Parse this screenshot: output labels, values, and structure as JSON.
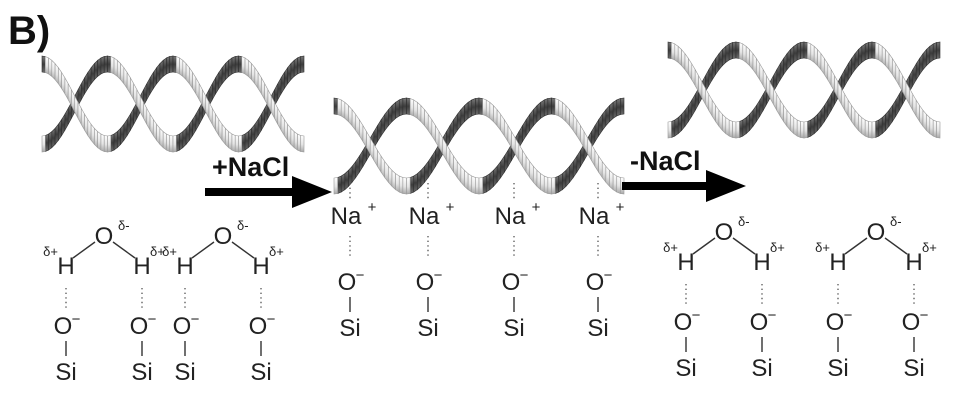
{
  "panel_label": "B)",
  "arrows": [
    {
      "label": "+NaCl"
    },
    {
      "label": "-NaCl"
    }
  ],
  "atoms": {
    "oxygen": "O",
    "hydrogen": "H",
    "sodium": "Na",
    "silanolate": "O",
    "silicon": "Si"
  },
  "charges": {
    "delta_minus": "δ-",
    "delta_plus": "δ+",
    "plus": "+",
    "minus": "−"
  },
  "colors": {
    "ribbon_light": "#f2f2f2",
    "ribbon_mid": "#bdbdbd",
    "ribbon_dark": "#3c3c3c",
    "arrow": "#000000",
    "text": "#222222"
  }
}
